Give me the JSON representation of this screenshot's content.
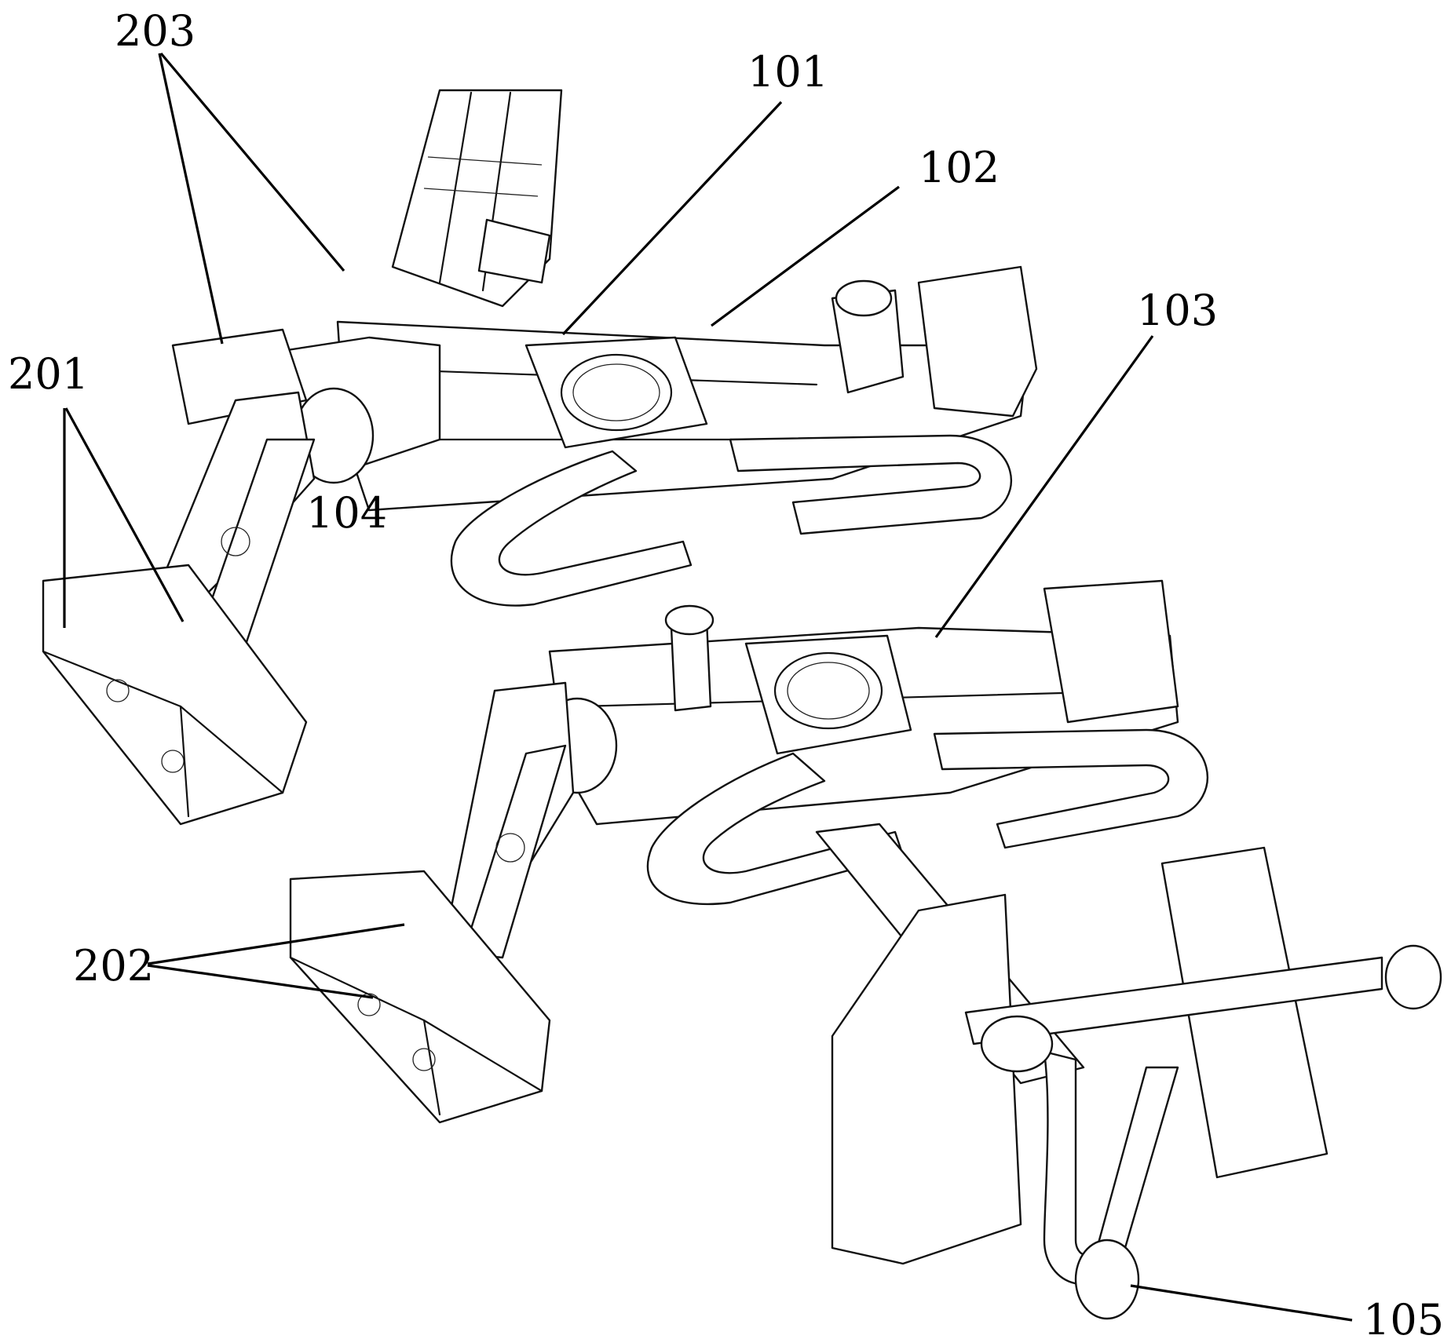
{
  "figure": {
    "labels": {
      "l101": "101",
      "l102": "102",
      "l103": "103",
      "l105": "105",
      "l201": "201",
      "l202": "202",
      "l203": "203",
      "l104": "104"
    },
    "colors": {
      "line": "#111111",
      "background": "#ffffff"
    }
  }
}
